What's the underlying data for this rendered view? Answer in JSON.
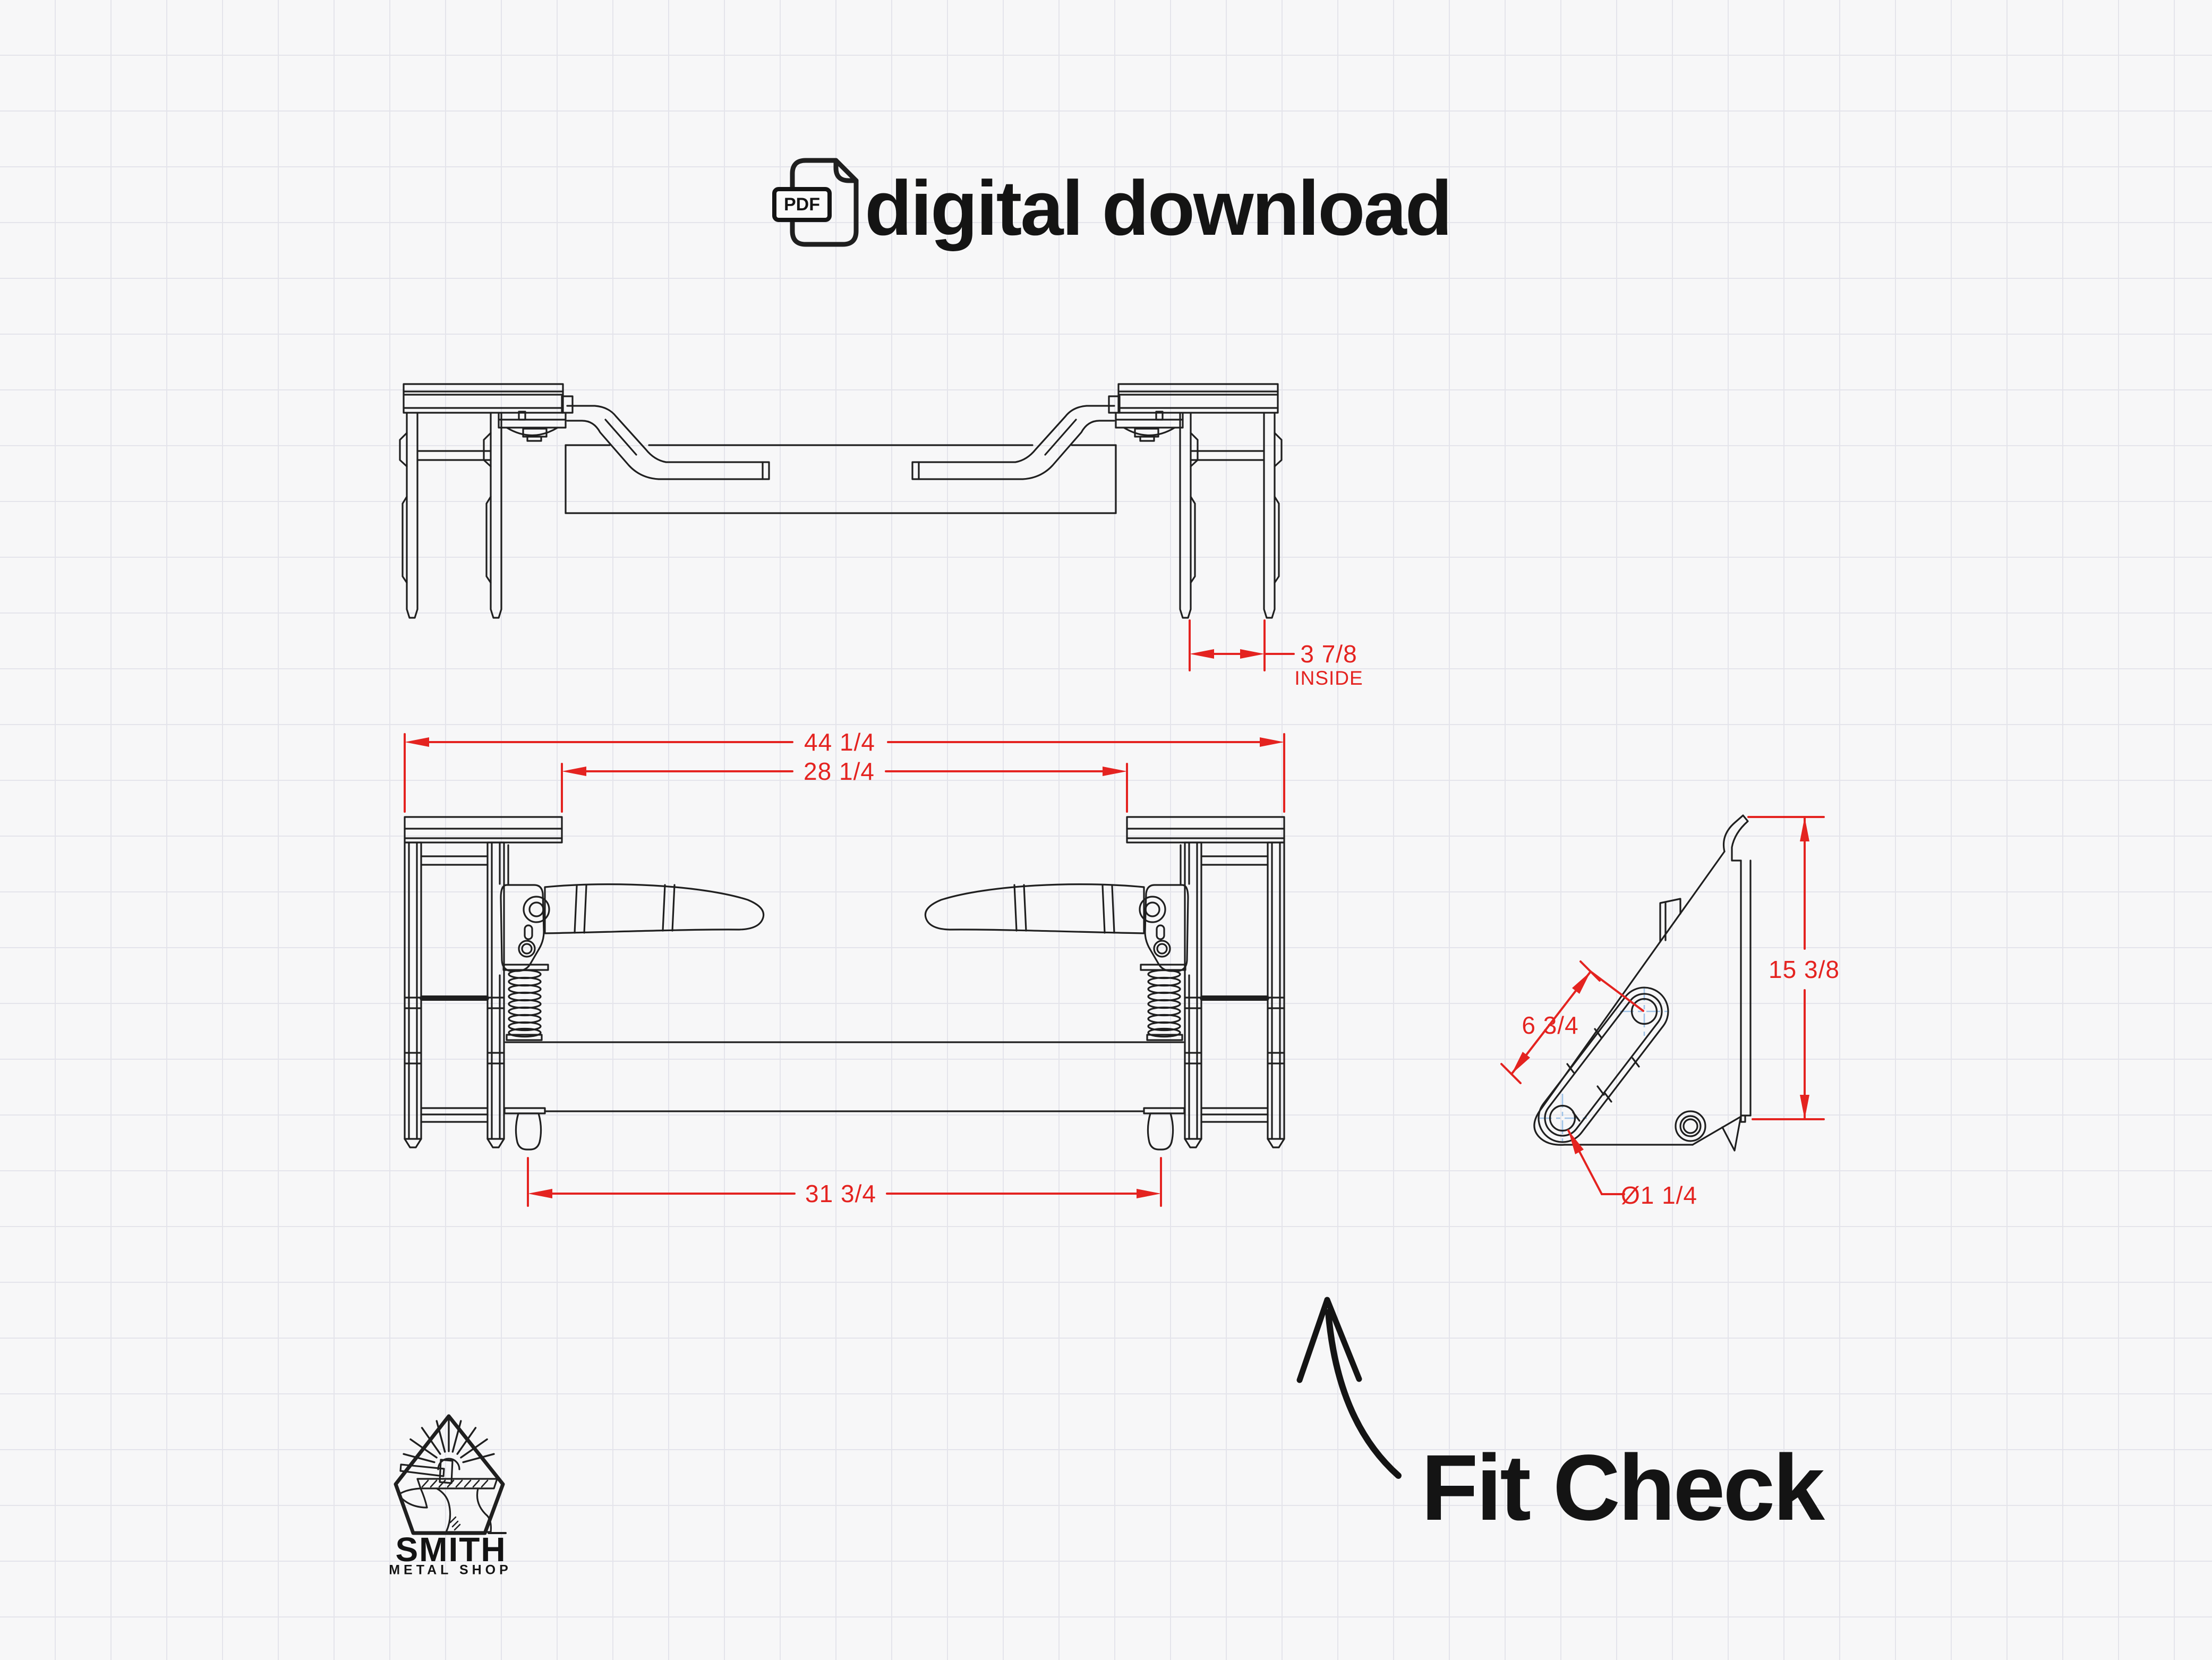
{
  "header": {
    "pdf_label": "PDF",
    "title": "digital download"
  },
  "dimensions": {
    "inside": {
      "value": "3 7/8",
      "qualifier": "INSIDE"
    },
    "overall_width": "44 1/4",
    "inner_width": "28 1/4",
    "pin_spacing": "31 3/4",
    "plate_height": "15 3/8",
    "slot_length": "6 3/4",
    "hole_diameter": "Ø1 1/4"
  },
  "logo": {
    "title": "SMITH",
    "subtitle": "METAL SHOP"
  },
  "callout": {
    "label": "Fit Check"
  },
  "colors": {
    "dimension_red": "#e42320",
    "line_black": "#1f1f1f",
    "centerline_blue": "#9fc3e8",
    "paper": "#f7f7f8",
    "grid": "#e4e4eb"
  }
}
